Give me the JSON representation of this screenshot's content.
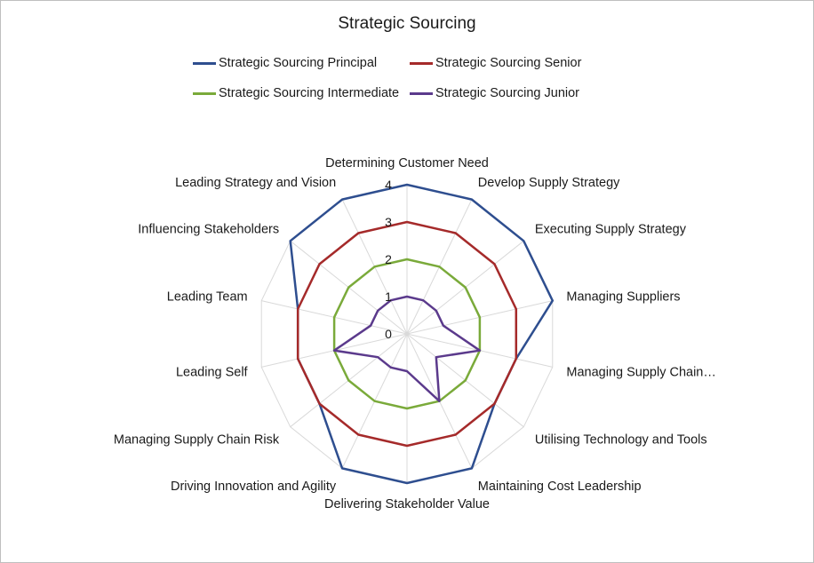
{
  "chart_data": {
    "type": "radar",
    "title": "Strategic Sourcing",
    "categories": [
      "Determining Customer Need",
      "Develop Supply Strategy",
      "Executing Supply Strategy",
      "Managing Suppliers",
      "Managing Supply Chain…",
      "Utilising Technology and Tools",
      "Maintaining Cost Leadership",
      "Delivering Stakeholder Value",
      "Driving Innovation and Agility",
      "Managing Supply Chain Risk",
      "Leading Self",
      "Leading Team",
      "Influencing Stakeholders",
      "Leading Strategy and Vision"
    ],
    "radial_ticks": [
      "0",
      "1",
      "2",
      "3",
      "4"
    ],
    "rlim": [
      0,
      4
    ],
    "grid": true,
    "legend_position": "top",
    "series": [
      {
        "name": "Strategic Sourcing Principal",
        "color": "#2E4E8F",
        "values": [
          4,
          4,
          4,
          4,
          3,
          3,
          4,
          4,
          4,
          3,
          3,
          3,
          4,
          4
        ]
      },
      {
        "name": "Strategic Sourcing Senior",
        "color": "#A52A2A",
        "values": [
          3,
          3,
          3,
          3,
          3,
          3,
          3,
          3,
          3,
          3,
          3,
          3,
          3,
          3
        ]
      },
      {
        "name": "Strategic Sourcing Intermediate",
        "color": "#7AAA3A",
        "values": [
          2,
          2,
          2,
          2,
          2,
          2,
          2,
          2,
          2,
          2,
          2,
          2,
          2,
          2
        ]
      },
      {
        "name": "Strategic Sourcing Junior",
        "color": "#5B3A8C",
        "values": [
          1,
          1,
          1,
          1,
          2,
          1,
          2,
          1,
          1,
          1,
          2,
          1,
          1,
          1
        ]
      }
    ]
  }
}
